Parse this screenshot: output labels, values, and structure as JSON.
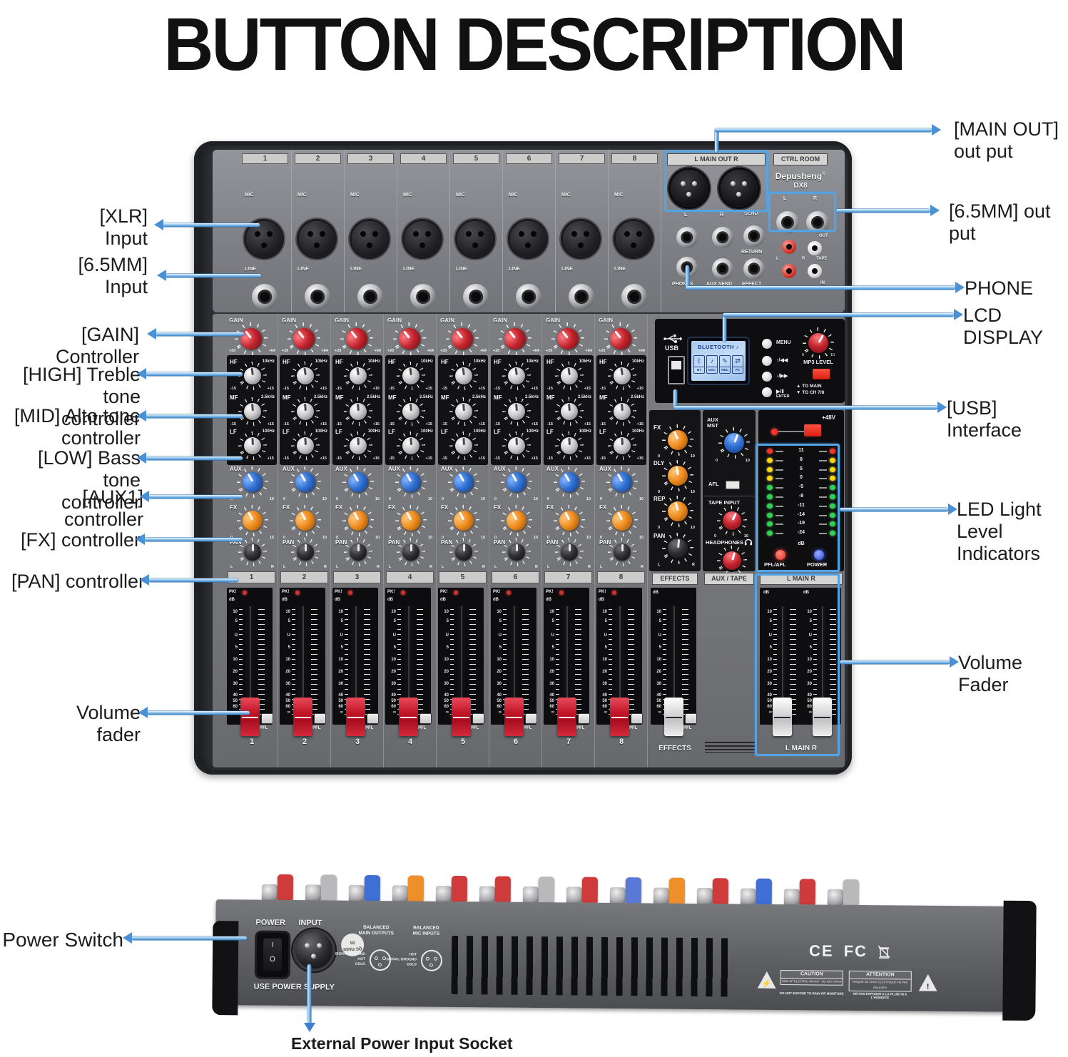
{
  "title": "BUTTON DESCRIPTION",
  "colors": {
    "callout_blue": "#4a90d5",
    "knob_red": "#c3242e",
    "knob_blue": "#2f6fd0",
    "knob_orange": "#ee8b1e",
    "led_red": "#ff3226",
    "led_yellow": "#ffd60a",
    "led_green": "#30d158",
    "power_led_blue": "#2743e0"
  },
  "callouts": {
    "xlr": {
      "l1": "[XLR]",
      "l2": "Input"
    },
    "line_in": {
      "l1": "[6.5MM]",
      "l2": "Input"
    },
    "gain": {
      "l1": "[GAIN]",
      "l2": "Controller"
    },
    "high": {
      "l1": "[HIGH] Treble tone",
      "l2": "controller"
    },
    "mid": {
      "l1": "[MID] Alto tone",
      "l2": "controller"
    },
    "low": {
      "l1": "[LOW] Bass tone",
      "l2": "controller"
    },
    "aux1": {
      "l1": "[AUX1] controller"
    },
    "fx": {
      "l1": "[FX] controller"
    },
    "pan": {
      "l1": "[PAN] controller"
    },
    "volume_fader_left": {
      "l1": "Volume",
      "l2": "fader"
    },
    "main_out": {
      "l1": "[MAIN OUT]",
      "l2": "out put"
    },
    "out_65": {
      "l1": "[6.5MM] out put"
    },
    "phone": {
      "l1": "PHONE"
    },
    "lcd": {
      "l1": "LCD DISPLAY"
    },
    "usb": {
      "l1": "[USB] Interface"
    },
    "led": {
      "l1": "LED Light",
      "l2": "Level Indicators"
    },
    "volume_fader_right": {
      "l1": "Volume Fader"
    },
    "power_switch": {
      "l1": "Power Switch"
    },
    "ext_power": {
      "l1": "External Power Input Socket"
    }
  },
  "channels": [
    {
      "number": "1"
    },
    {
      "number": "2"
    },
    {
      "number": "3"
    },
    {
      "number": "4"
    },
    {
      "number": "5"
    },
    {
      "number": "6"
    },
    {
      "number": "7"
    },
    {
      "number": "8"
    }
  ],
  "jack": {
    "mic": "MIC",
    "line": "LINE",
    "main_out_header": "L MAIN OUT R",
    "ctrl_room_header": "CTRL ROOM",
    "brand": "Depusheng",
    "reg": "®",
    "model": "DX8",
    "l": "L",
    "r": "R",
    "send": "SEND",
    "ret": "RETURN",
    "phones": "PHONES",
    "aux_send": "AUX SEND",
    "effect": "EFFECT",
    "out": "OUT",
    "tape": "TAPE",
    "in": "IN"
  },
  "channel_strip": {
    "gain": {
      "label": "GAIN",
      "min": "+20",
      "max": "+64"
    },
    "hf": {
      "label": "HF",
      "freq": "10kHz",
      "min": "-15",
      "max": "+15"
    },
    "mf": {
      "label": "MF",
      "freq": "2.5kHz",
      "min": "-15",
      "max": "+15"
    },
    "lf": {
      "label": "LF",
      "freq": "100Hz",
      "min": "-15",
      "max": "+15"
    },
    "aux": {
      "label": "AUX",
      "min": "0",
      "max": "10"
    },
    "fx": {
      "label": "FX",
      "min": "0",
      "max": "10"
    },
    "pan": {
      "label": "PAN",
      "min": "L",
      "max": "R"
    },
    "pk": "PK!",
    "db": "dB",
    "pfl": "PFL",
    "fader_scale": [
      "10",
      "5",
      "U",
      "5",
      "10",
      "20",
      "30",
      "40",
      "50",
      "60",
      "∞"
    ]
  },
  "master": {
    "usb": "USB",
    "lcd_title": "BLUETOOTH",
    "lcd_note": "♪",
    "lcd_icons": [
      {
        "g": "ᛒ",
        "label": "BT"
      },
      {
        "g": "♪",
        "label": "MSC"
      },
      {
        "g": "✎",
        "label": "REC"
      },
      {
        "g": "⇄",
        "label": "PC"
      }
    ],
    "buttons": [
      {
        "label": "MENU",
        "sub": ""
      },
      {
        "label": "↑/◀◀",
        "sub": ""
      },
      {
        "label": "↓/▶▶",
        "sub": ""
      },
      {
        "label": "▶/Ⅱ",
        "sub": "ENTER"
      }
    ],
    "mp3": {
      "label": "MP3 LEVEL",
      "min": "0",
      "max": "10"
    },
    "to_main": "▲ TO MAIN",
    "to_ch": "▼ TO CH 7/8",
    "phantom": "+48V",
    "fx": {
      "label": "FX",
      "min": "0",
      "max": "10"
    },
    "dly": {
      "label": "DLY",
      "min": "0",
      "max": "10"
    },
    "rep": {
      "label": "REP",
      "min": "0",
      "max": "10"
    },
    "pan": {
      "label": "PAN",
      "min": "L",
      "max": "R"
    },
    "aux_mst1": "AUX",
    "aux_mst2": "MST",
    "aux_mst": {
      "min": "0",
      "max": "10"
    },
    "afl": "AFL",
    "tape_input": {
      "label": "TAPE INPUT",
      "min": "0",
      "max": "10"
    },
    "headphones": {
      "label": "HEADPHONES",
      "min": "0",
      "max": "10"
    },
    "meter_rows": [
      {
        "v": "11",
        "c": "red"
      },
      {
        "v": "8",
        "c": "yellow"
      },
      {
        "v": "5",
        "c": "yellow"
      },
      {
        "v": "0",
        "c": "yellow"
      },
      {
        "v": "-5",
        "c": "green"
      },
      {
        "v": "-8",
        "c": "green"
      },
      {
        "v": "-11",
        "c": "green"
      },
      {
        "v": "-14",
        "c": "green"
      },
      {
        "v": "-19",
        "c": "green"
      },
      {
        "v": "-24",
        "c": "green"
      }
    ],
    "db": "dB",
    "pfl_afl": "PFL/AFL",
    "power": "POWER",
    "hdr_effects": "EFFECTS",
    "hdr_auxtape": "AUX / TAPE",
    "hdr_main": "L MAIN R"
  },
  "back_panel": {
    "power": "POWER",
    "input": "INPUT",
    "switch_on": "I",
    "switch_off": "O",
    "qc1": "QC",
    "qc2": "PASS",
    "qc3": "05",
    "bal_main1": "BALANCED",
    "bal_main2": "MAIN OUTPUTS",
    "bal_mic1": "BALANCED",
    "bal_mic2": "MIC INPUTS",
    "main_pins": "SIGNAL GROUND\nHOT\nCOLD",
    "mic_pins": "HOT\nSIGNAL GROUND\nCOLD",
    "use_power": "USE POWER SUPPLY",
    "cert1": "CE",
    "cert2": "FC",
    "caution_title": "CAUTION",
    "caution_l1": "RISK OF ELECTRIC SHOCK - DO NOT OPEN",
    "caution_l2": "DO NOT EXPOSE TO RAIN OR MOISTURE",
    "attention_title": "ATTENTION",
    "attention_l1": "RISQUE DE CHOC ELECTRIQUE NE PAS ENLEVER",
    "attention_l2": "NE PAS EXPOSER A LA PLUIE NI A L'HUMIDITE",
    "warn_bolt": "⚡",
    "warn_excl": "!",
    "caps": [
      {
        "c": "#cf3a3a"
      },
      {
        "c": "#b9b9bb"
      },
      {
        "c": "#3f6fd4"
      },
      {
        "c": "#ef8f2a"
      },
      {
        "c": "#cf3a3a"
      },
      {
        "c": "#cf3a3a"
      },
      {
        "c": "#b9b9bb"
      },
      {
        "c": "#cf3a3a"
      },
      {
        "c": "#5a79d6"
      },
      {
        "c": "#ef8f2a"
      },
      {
        "c": "#cf3a3a"
      },
      {
        "c": "#3f6fd4"
      },
      {
        "c": "#cf3a3a"
      },
      {
        "c": "#b9b9bb"
      }
    ]
  }
}
